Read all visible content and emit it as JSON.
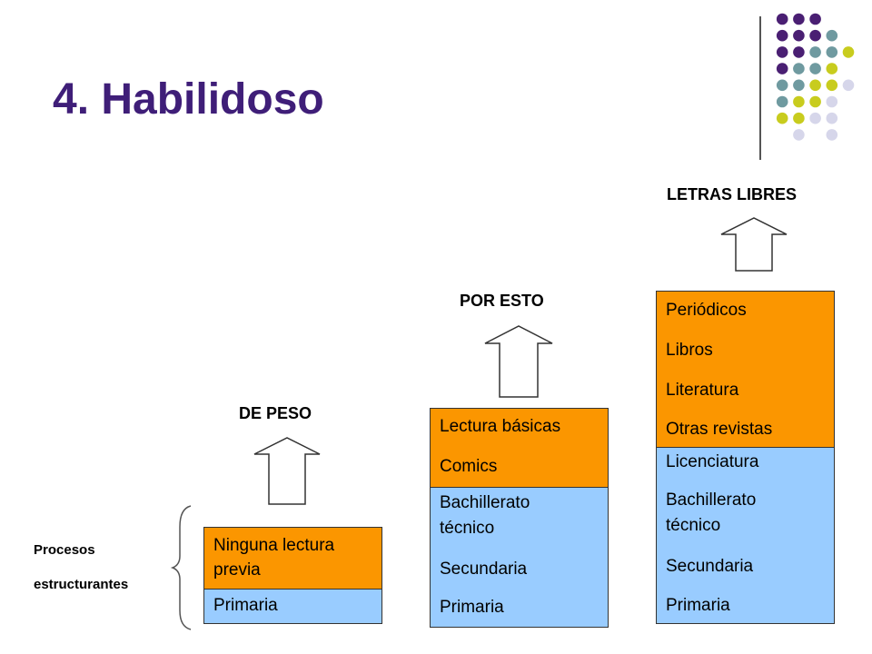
{
  "title": "4. Habilidoso",
  "levels": [
    {
      "heading": "DE PESO",
      "upper": [
        "Ninguna lectura",
        "previa"
      ],
      "lower": [
        "Primaria"
      ]
    },
    {
      "heading": "POR ESTO",
      "upper": [
        "Lectura básicas",
        "Comics"
      ],
      "lower": [
        "Bachillerato",
        "técnico",
        "Secundaria",
        "Primaria"
      ]
    },
    {
      "heading": "LETRAS LIBRES",
      "upper": [
        "Periódicos",
        "Libros",
        "Literatura",
        "Otras revistas"
      ],
      "lower": [
        "Licenciatura",
        "Bachillerato",
        "técnico",
        "Secundaria",
        "Primaria"
      ]
    }
  ],
  "side_label": [
    "Procesos",
    "estructurantes"
  ],
  "colors": {
    "title": "#3f1e78",
    "upper_box": "#fb9600",
    "lower_box": "#99ccff",
    "dot_purple": "#4a1f73",
    "dot_teal": "#6f9aa0",
    "dot_yellow": "#c8cc1e",
    "dot_lavender": "#d6d6ea"
  }
}
